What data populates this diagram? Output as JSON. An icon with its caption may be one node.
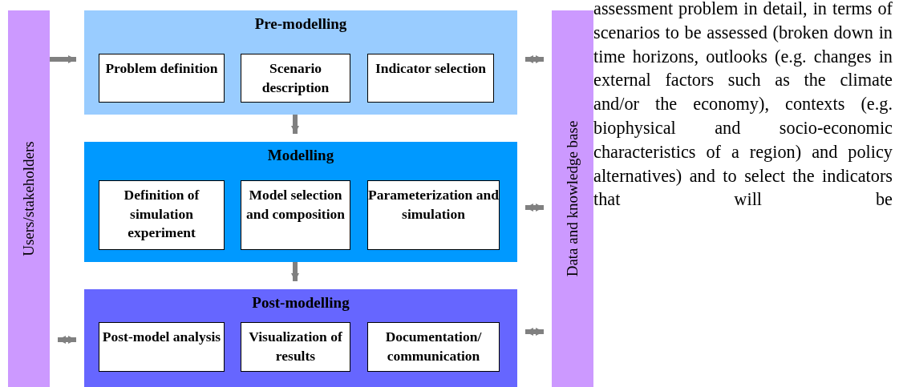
{
  "diagram": {
    "nodes": [
      {
        "text": [
          "Users/stakeholders"
        ]
      },
      {
        "text": [
          "Pre-modelling"
        ]
      },
      {
        "text": [
          "Problem definition"
        ],
        "in": 1
      },
      {
        "text": [
          "Scenario description"
        ],
        "in": 1
      },
      {
        "text": [
          "Indicator selection"
        ],
        "in": 1
      },
      {
        "text": [
          "Modelling"
        ]
      },
      {
        "text": [
          "Definition of simulation experiment"
        ],
        "in": 5
      },
      {
        "text": [
          "Model selection and composition"
        ],
        "in": 5
      },
      {
        "text": [
          "Parameterization and simulation"
        ],
        "in": 5
      },
      {
        "text": [
          "Post-modelling"
        ]
      },
      {
        "text": [
          "Post-model analysis"
        ],
        "in": 9
      },
      {
        "text": [
          "Visualization of results"
        ],
        "in": 9
      },
      {
        "text": [
          "Documentation/ communication"
        ],
        "in": 9
      },
      {
        "text": [
          "Data and knowledge base"
        ]
      }
    ],
    "edges": [
      {
        "from": 0,
        "to": 1,
        "arrow": "to"
      },
      {
        "from": 1,
        "to": 13,
        "arrow": "both"
      },
      {
        "from": 1,
        "to": 5,
        "arrow": "to"
      },
      {
        "from": 5,
        "to": 13,
        "arrow": "both"
      },
      {
        "from": 5,
        "to": 9,
        "arrow": "to"
      },
      {
        "from": 9,
        "to": 0,
        "arrow": "both"
      },
      {
        "from": 9,
        "to": 13,
        "arrow": "both"
      }
    ],
    "labels": [
      "assessment problem in detail, in terms of scenarios to be assessed (broken down in time horizons, outlooks (e.g. changes in external factors such as the climate and/or the economy), contexts (e.g. biophysical and socio-economic characteristics of a region) and policy alternatives) and to select the indicators that will be"
    ]
  }
}
